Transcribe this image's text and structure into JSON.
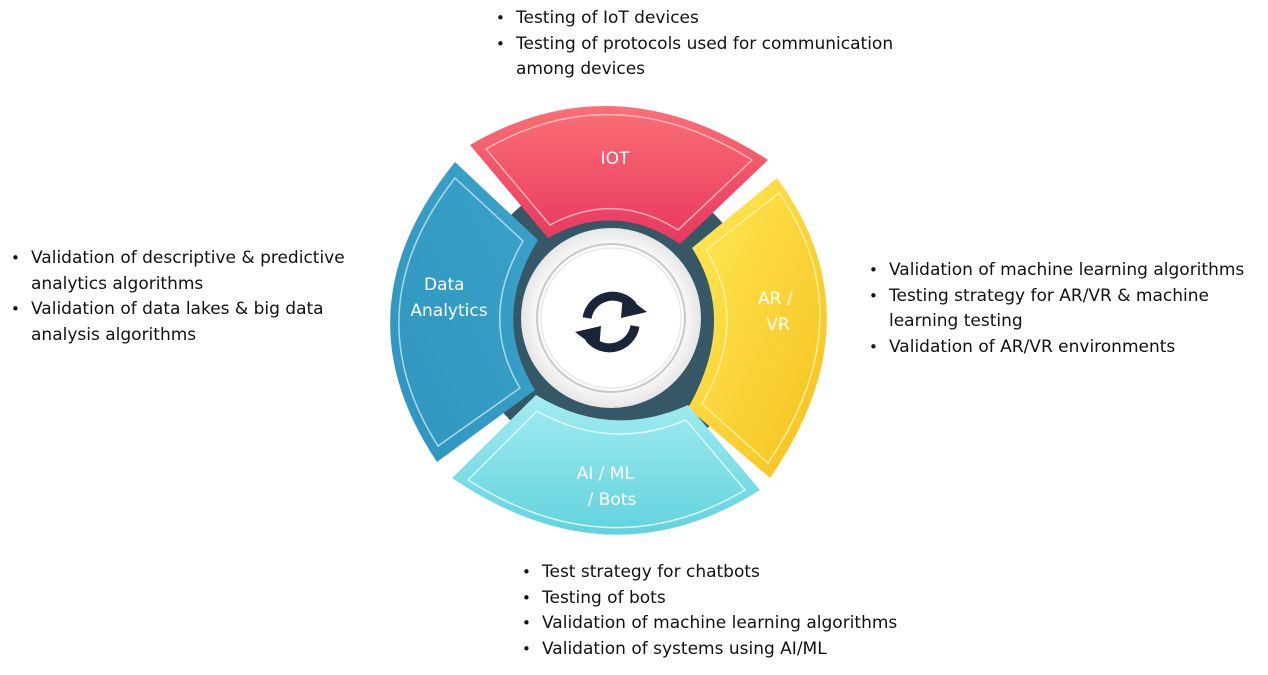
{
  "segments": {
    "iot": {
      "label_lines": [
        "IOT"
      ]
    },
    "arvr": {
      "label_lines": [
        "AR /",
        "VR"
      ]
    },
    "aiml": {
      "label_lines": [
        "AI / ML",
        "/ Bots"
      ]
    },
    "analytics": {
      "label_lines": [
        "Data",
        "Analytics"
      ]
    }
  },
  "center_icon": "sync-arrows-icon",
  "lists": {
    "iot": [
      "Testing of IoT devices",
      "Testing of protocols used for communication among devices"
    ],
    "analytics": [
      "Validation of descriptive & predictive analytics algorithms",
      "Validation of data lakes & big data analysis algorithms"
    ],
    "arvr": [
      "Validation of machine learning algorithms",
      "Testing strategy for AR/VR & machine learning testing",
      "Validation of AR/VR environments"
    ],
    "aiml": [
      "Test strategy for chatbots",
      "Testing of bots",
      "Validation of machine learning algorithms",
      "Validation of systems using AI/ML"
    ]
  },
  "colors": {
    "iot": [
      "#f8686f",
      "#e83a63"
    ],
    "arvr": [
      "#ffe34a",
      "#f6c321"
    ],
    "aiml": [
      "#8fe4ec",
      "#64d3df"
    ],
    "analytics": [
      "#3aa6cd",
      "#2b8fb8"
    ],
    "ring": "#365866",
    "center_icon": "#1a2638"
  }
}
